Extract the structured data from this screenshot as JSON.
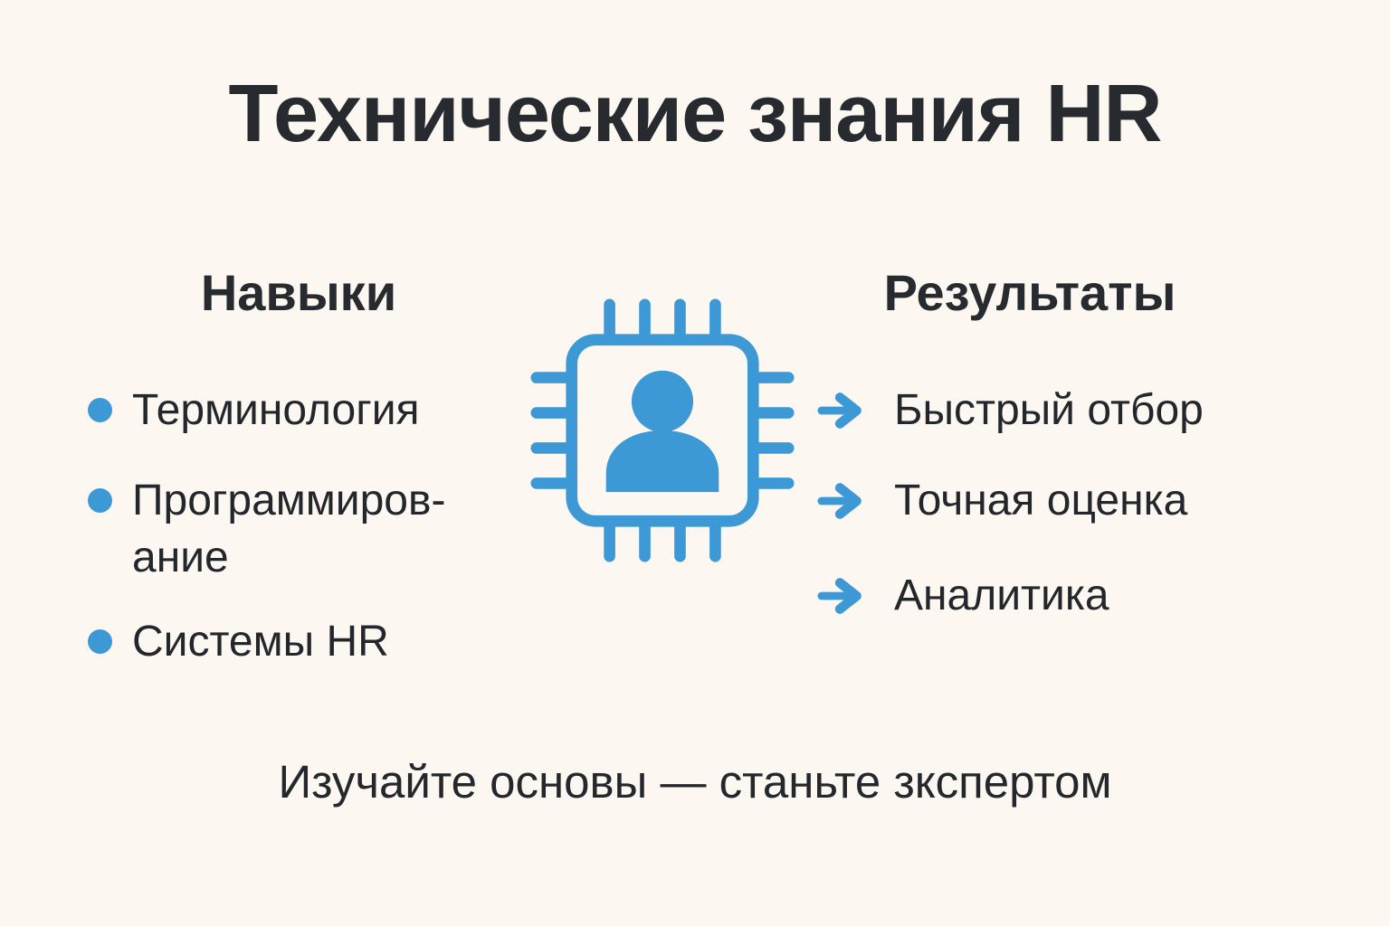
{
  "title": "Технические знания HR",
  "skills": {
    "header": "Навыки",
    "items": [
      "Терминология",
      "Программиров-\nание",
      "Системы HR"
    ]
  },
  "results": {
    "header": "Результаты",
    "items": [
      "Быстрый отбор",
      "Точная оценка",
      "Аналитика"
    ]
  },
  "tagline": "Изучайте основы — станьте зкспертом",
  "icons": {
    "center": "chip-person-icon",
    "skills_bullet": "bullet-dot-icon",
    "results_bullet": "arrow-right-icon"
  },
  "colors": {
    "background": "#fcf8f1",
    "text": "#24282d",
    "accent_blue": "#3d99d6"
  }
}
